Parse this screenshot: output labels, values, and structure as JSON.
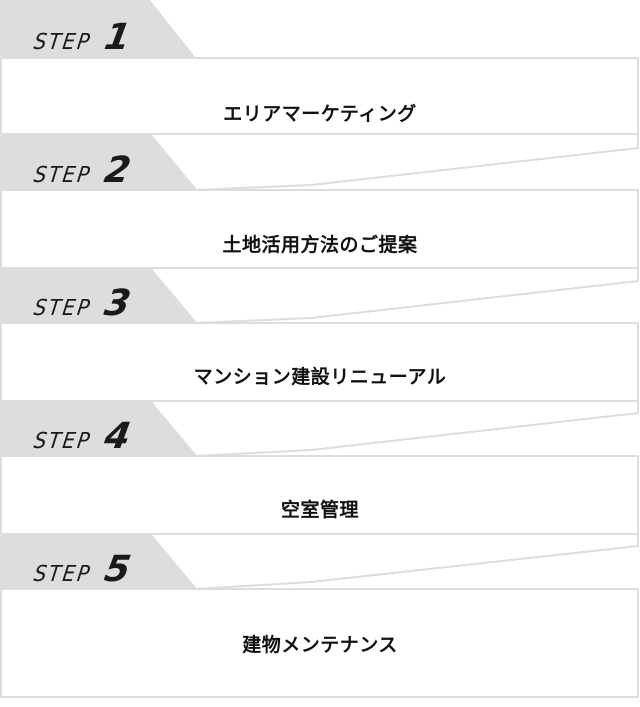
{
  "step_word": "STEP",
  "steps": [
    {
      "number": "1",
      "title": "エリアマーケティング"
    },
    {
      "number": "2",
      "title": "土地活用方法のご提案"
    },
    {
      "number": "3",
      "title": "マンション建設リニューアル"
    },
    {
      "number": "4",
      "title": "空室管理"
    },
    {
      "number": "5",
      "title": "建物メンテナンス"
    }
  ],
  "colors": {
    "tab_fill": "#dddddd",
    "box_border": "#dddddd",
    "text": "#111111"
  }
}
